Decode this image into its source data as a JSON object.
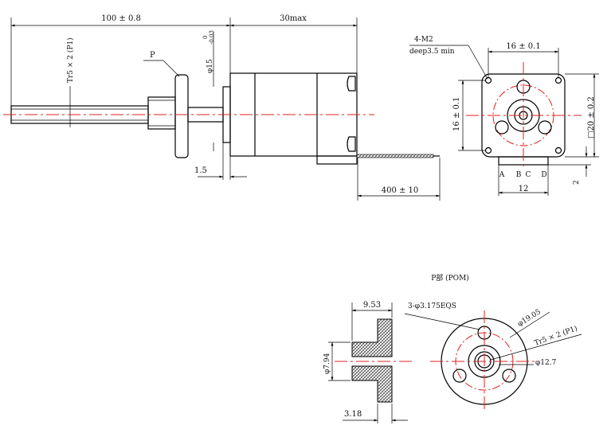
{
  "colors": {
    "line": "#000000",
    "centerline": "#e02020",
    "background": "#ffffff"
  },
  "side_view": {
    "overall_length": "100 ± 0.8",
    "body_length": "30max",
    "thread_spec": "Tr5 × 2 (P1)",
    "nut_label": "P",
    "boss_diameter": "φ15",
    "boss_tol_upper": "0",
    "boss_tol_lower": "-0.03",
    "flange_offset": "1.5",
    "lead_length": "400 ± 10"
  },
  "end_view": {
    "hole_spec_1": "4-M2",
    "hole_spec_2": "deep3.5 min",
    "hole_spacing_h": "16 ± 0.1",
    "hole_spacing_v": "16 ± 0.1",
    "body_size": "□20 ± 0.2",
    "terminal_width": "12",
    "terminal_height": "2",
    "terminals": [
      "A",
      "B",
      "C",
      "D"
    ]
  },
  "nut_detail": {
    "title": "P部 (POM)",
    "length": "9.53",
    "bore_diameter": "φ7.94",
    "flange_thickness": "3.18",
    "mount_holes": "3-φ3.175EQS",
    "pcd": "φ19.05",
    "thread": "Tr5 × 2 (P1)",
    "hub_diameter": "φ12.7"
  }
}
